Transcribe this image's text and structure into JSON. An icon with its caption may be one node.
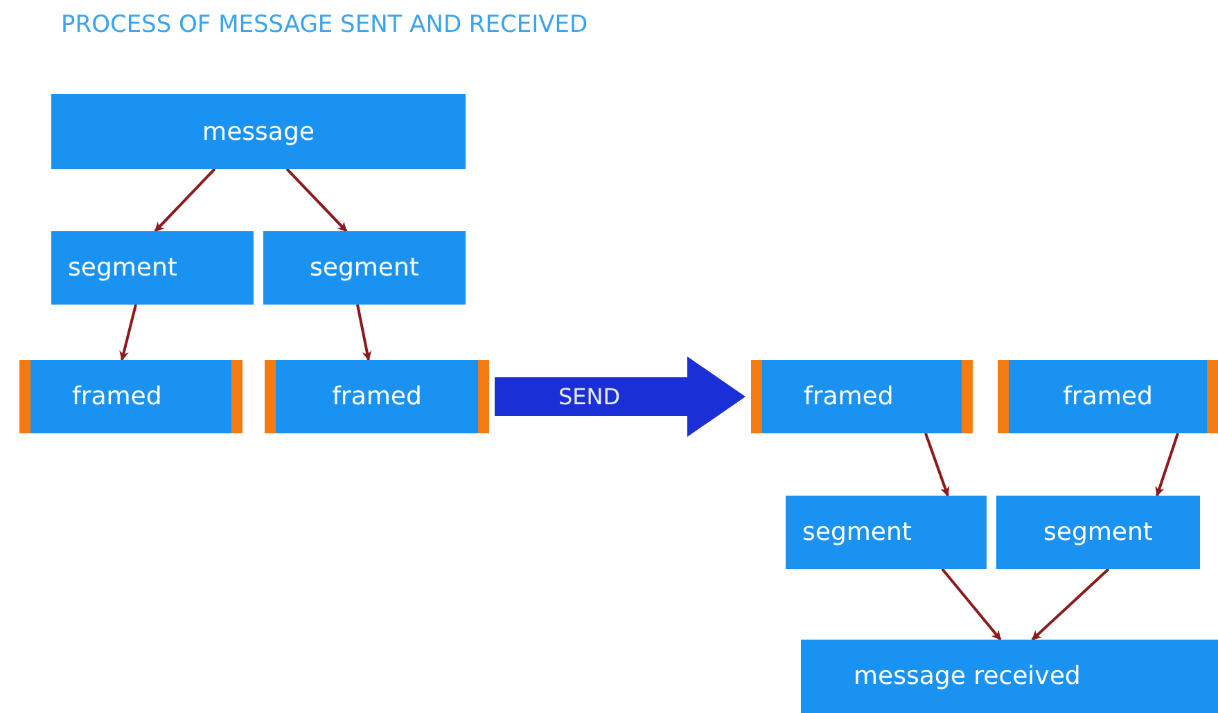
{
  "diagram": {
    "title": "PROCESS OF MESSAGE SENT AND RECEIVED",
    "nodes": [
      {
        "text": [
          "message"
        ]
      },
      {
        "text": [
          "segment"
        ]
      },
      {
        "text": [
          "segment"
        ]
      },
      {
        "text": [
          "framed"
        ]
      },
      {
        "text": [
          "framed"
        ]
      },
      {
        "text": [
          "framed"
        ]
      },
      {
        "text": [
          "framed"
        ]
      },
      {
        "text": [
          "segment"
        ]
      },
      {
        "text": [
          "segment"
        ]
      },
      {
        "text": [
          "message received"
        ]
      }
    ],
    "edges": [
      {
        "from": 0,
        "to": 1,
        "arrow": "to"
      },
      {
        "from": 0,
        "to": 2,
        "arrow": "to"
      },
      {
        "from": 1,
        "to": 3,
        "arrow": "to"
      },
      {
        "from": 2,
        "to": 4,
        "arrow": "to"
      },
      {
        "from": 4,
        "to": 5,
        "arrow": "to",
        "label": "SEND",
        "style": "thick",
        "color": "#1a2fd6"
      },
      {
        "from": 5,
        "to": 7,
        "arrow": "to"
      },
      {
        "from": 6,
        "to": 8,
        "arrow": "to"
      },
      {
        "from": 7,
        "to": 9,
        "arrow": "to"
      },
      {
        "from": 8,
        "to": 9,
        "arrow": "to"
      }
    ]
  }
}
